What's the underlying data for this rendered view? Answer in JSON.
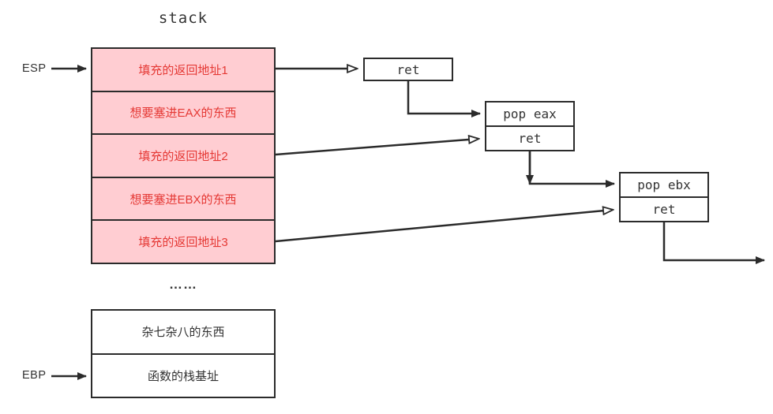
{
  "diagram": {
    "title": "stack",
    "ellipsis": "……",
    "esp_label": "ESP",
    "ebp_label": "EBP",
    "stack_box": {
      "rows": [
        "填充的返回地址1",
        "想要塞进EAX的东西",
        "填充的返回地址2",
        "想要塞进EBX的东西",
        "填充的返回地址3"
      ]
    },
    "bottom_box": {
      "rows": [
        "杂七杂八的东西",
        "函数的栈基址"
      ]
    },
    "gadget_ret": {
      "rows": [
        "ret"
      ]
    },
    "gadget_pop_eax": {
      "rows": [
        "pop eax",
        "ret"
      ]
    },
    "gadget_pop_ebx": {
      "rows": [
        "pop ebx",
        "ret"
      ]
    },
    "colors": {
      "background": "#ffffff",
      "border": "#2b2b2b",
      "stack_fill": "#ffcdd2",
      "stack_text": "#e53935",
      "text": "#333333"
    }
  }
}
